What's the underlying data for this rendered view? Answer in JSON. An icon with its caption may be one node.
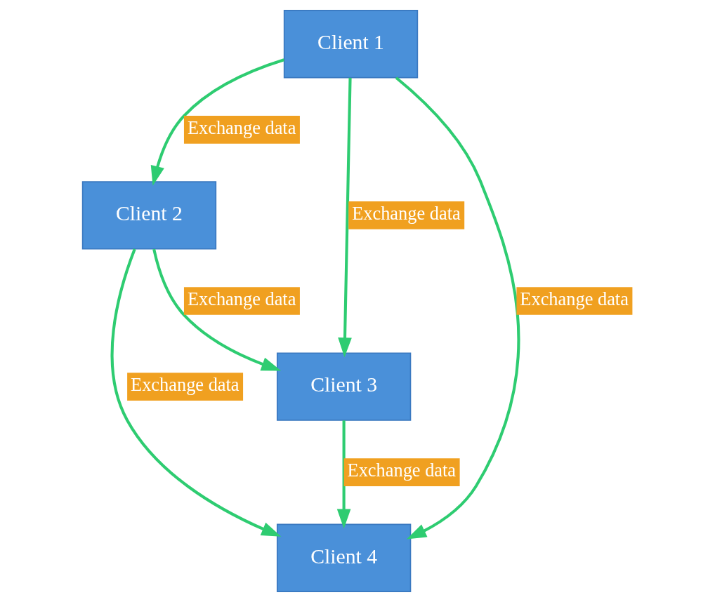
{
  "diagram": {
    "nodes": [
      {
        "text": [
          "Client 1"
        ]
      },
      {
        "text": [
          "Client 2"
        ]
      },
      {
        "text": [
          "Client 3"
        ]
      },
      {
        "text": [
          "Client 4"
        ]
      }
    ],
    "edges": [
      {
        "from": 0,
        "to": 1,
        "arrow": "to",
        "label": "Exchange data"
      },
      {
        "from": 0,
        "to": 2,
        "arrow": "to",
        "label": "Exchange data"
      },
      {
        "from": 0,
        "to": 3,
        "arrow": "to",
        "label": "Exchange data"
      },
      {
        "from": 1,
        "to": 2,
        "arrow": "to",
        "label": "Exchange data"
      },
      {
        "from": 1,
        "to": 3,
        "arrow": "to",
        "label": "Exchange data"
      },
      {
        "from": 2,
        "to": 3,
        "arrow": "to",
        "label": "Exchange data"
      }
    ]
  }
}
